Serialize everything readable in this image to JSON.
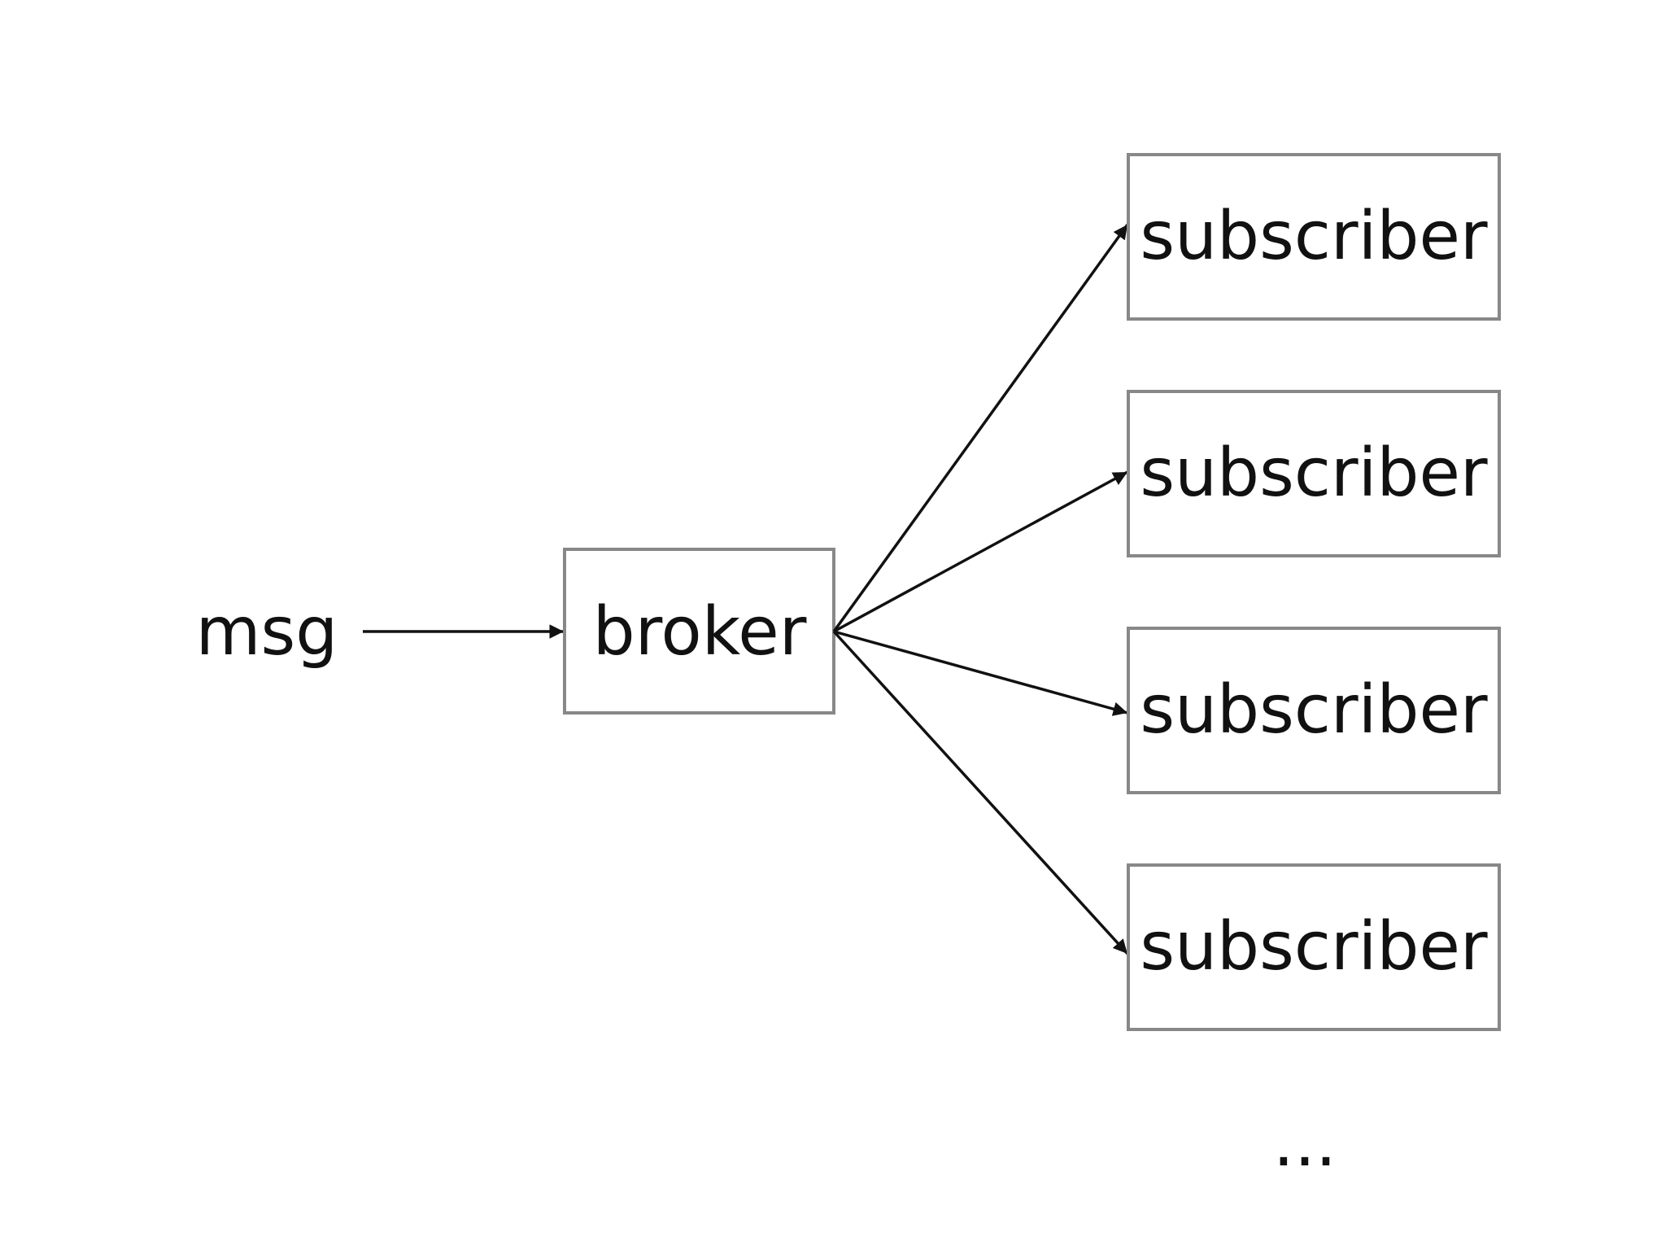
{
  "diagram": {
    "source_label": "msg",
    "broker_label": "broker",
    "subscribers": [
      {
        "label": "subscriber"
      },
      {
        "label": "subscriber"
      },
      {
        "label": "subscriber"
      },
      {
        "label": "subscriber"
      }
    ],
    "ellipsis": "..."
  }
}
